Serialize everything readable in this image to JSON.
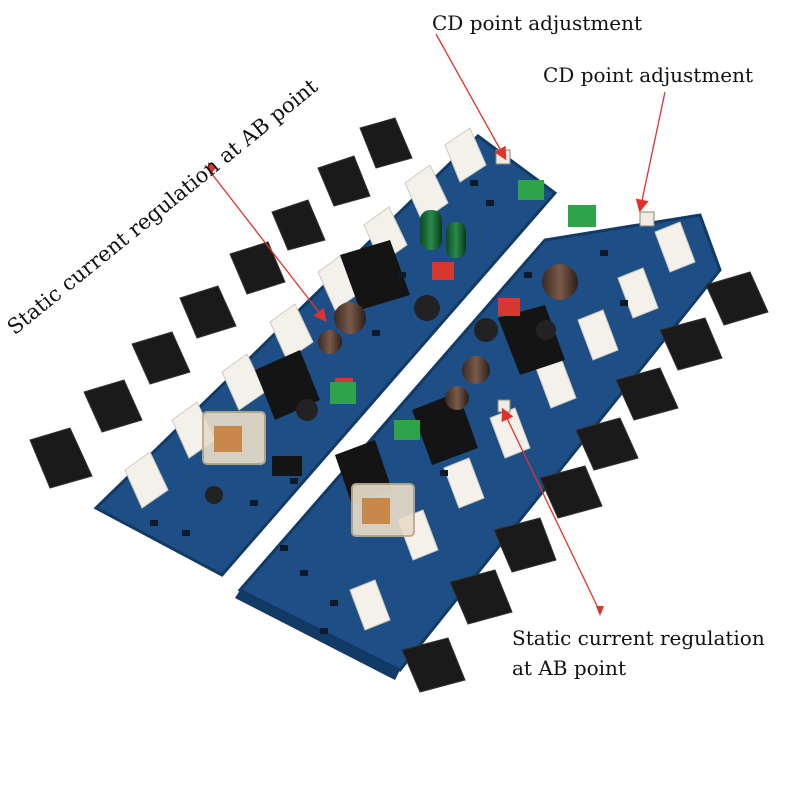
{
  "annotations": {
    "cd_top": "CD point adjustment",
    "cd_right": "CD point adjustment",
    "ab_left": "Static current regulation at AB point",
    "ab_right_line1": "Static current regulation",
    "ab_right_line2": "at AB point"
  },
  "colors": {
    "pcb": "#1d4f86",
    "pcb_edge": "#123a66",
    "transistor": "#1a1a1a",
    "resistor": "#f4f1ea",
    "terminal_green": "#2fa34a",
    "capacitor_red": "#d6372e",
    "arrow": "#e0322c"
  }
}
